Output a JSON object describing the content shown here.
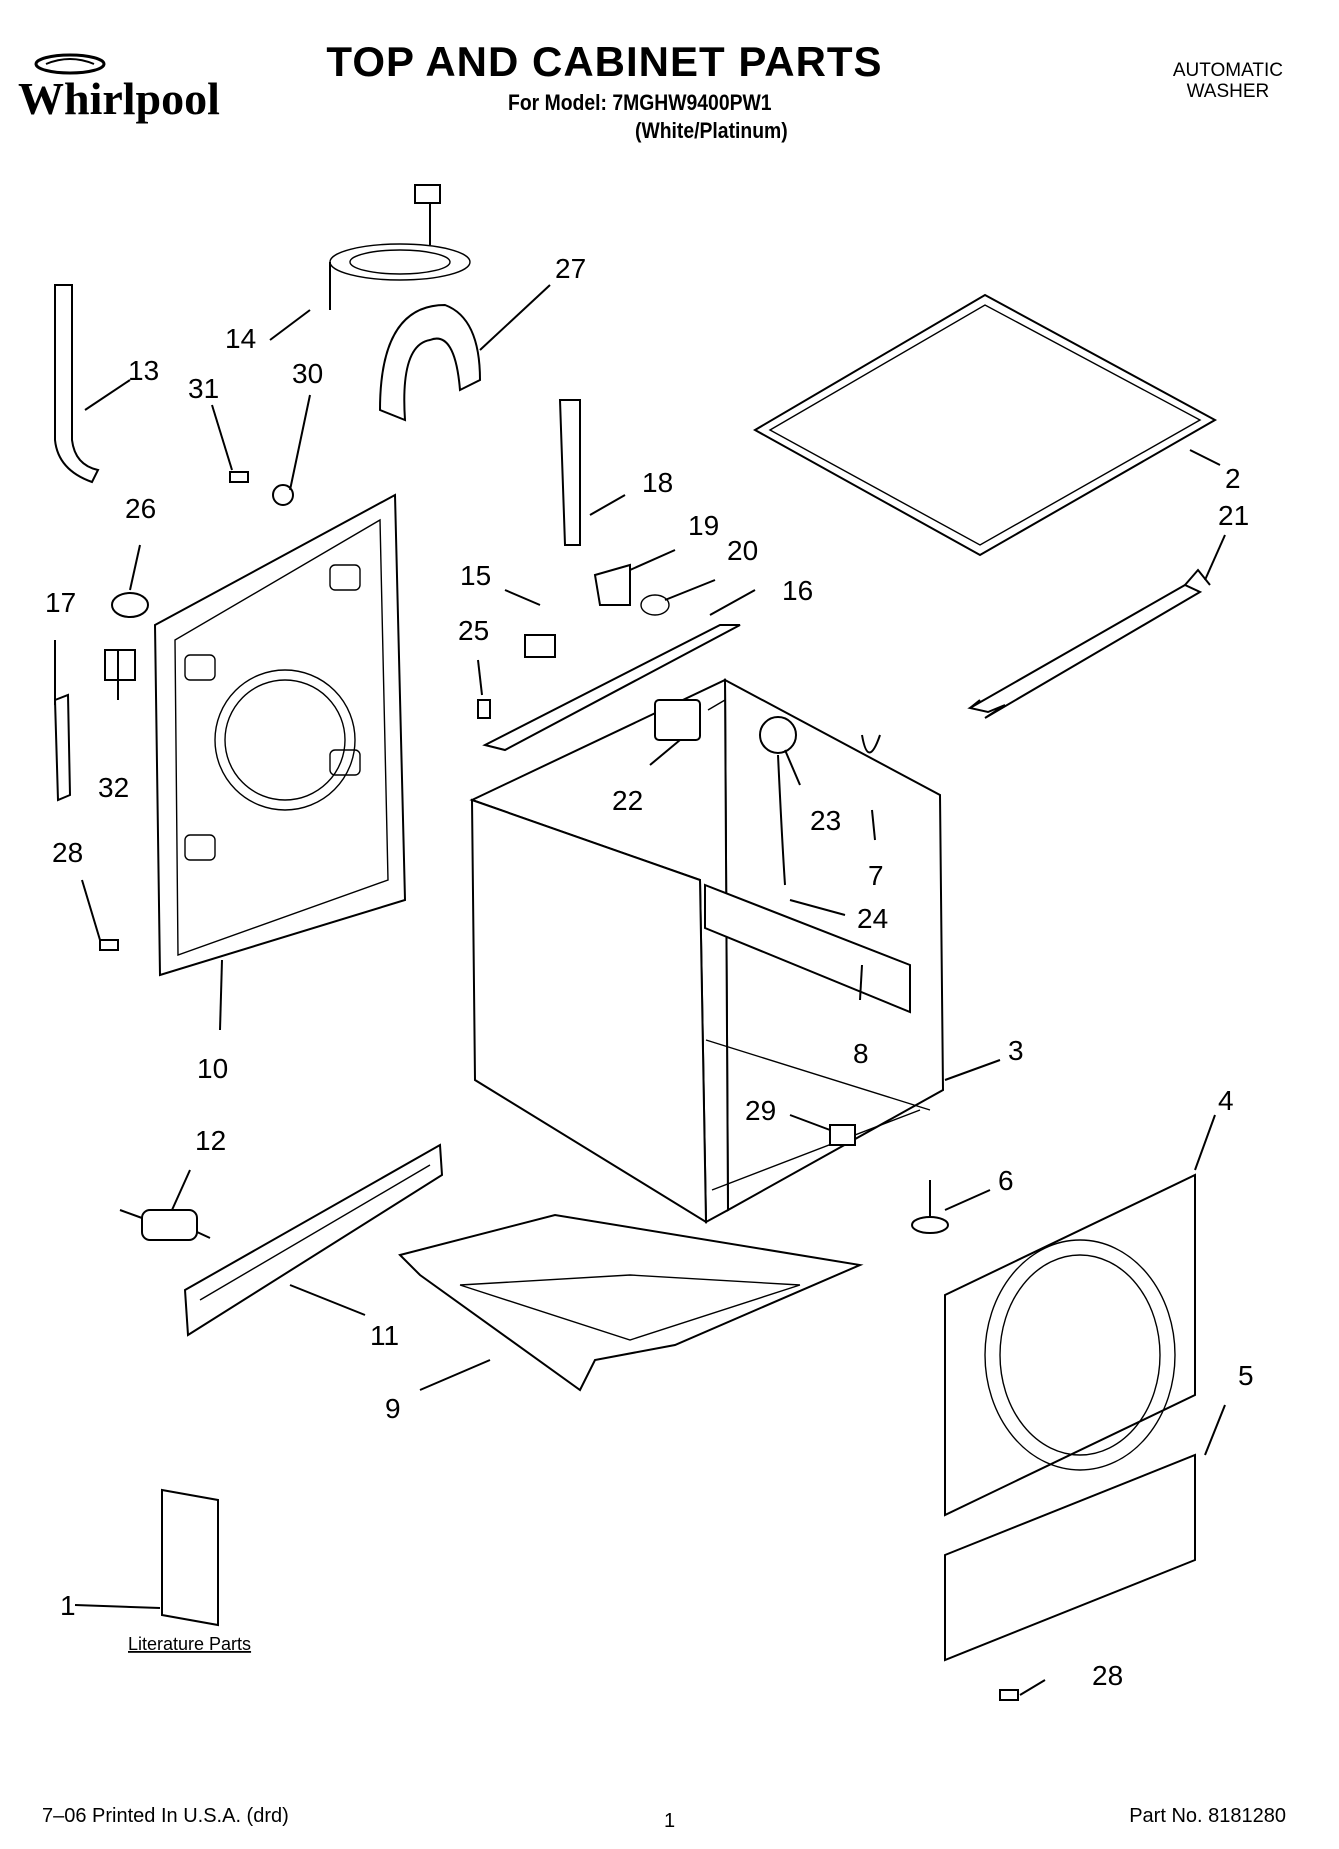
{
  "header": {
    "brand": "Whirlpool",
    "title": "TOP AND CABINET PARTS",
    "model_line": "For Model: 7MGHW9400PW1",
    "variant_line": "(White/Platinum)",
    "category_line1": "AUTOMATIC",
    "category_line2": "WASHER"
  },
  "footer": {
    "print_info": "7–06 Printed In U.S.A. (drd)",
    "page_number": "1",
    "part_number": "Part No. 8181280"
  },
  "literature_label": "Literature Parts",
  "callouts": [
    "1",
    "2",
    "3",
    "4",
    "5",
    "6",
    "7",
    "8",
    "9",
    "10",
    "11",
    "12",
    "13",
    "14",
    "15",
    "16",
    "17",
    "18",
    "19",
    "20",
    "21",
    "22",
    "23",
    "24",
    "25",
    "26",
    "27",
    "28",
    "28",
    "29",
    "30",
    "31",
    "32"
  ]
}
